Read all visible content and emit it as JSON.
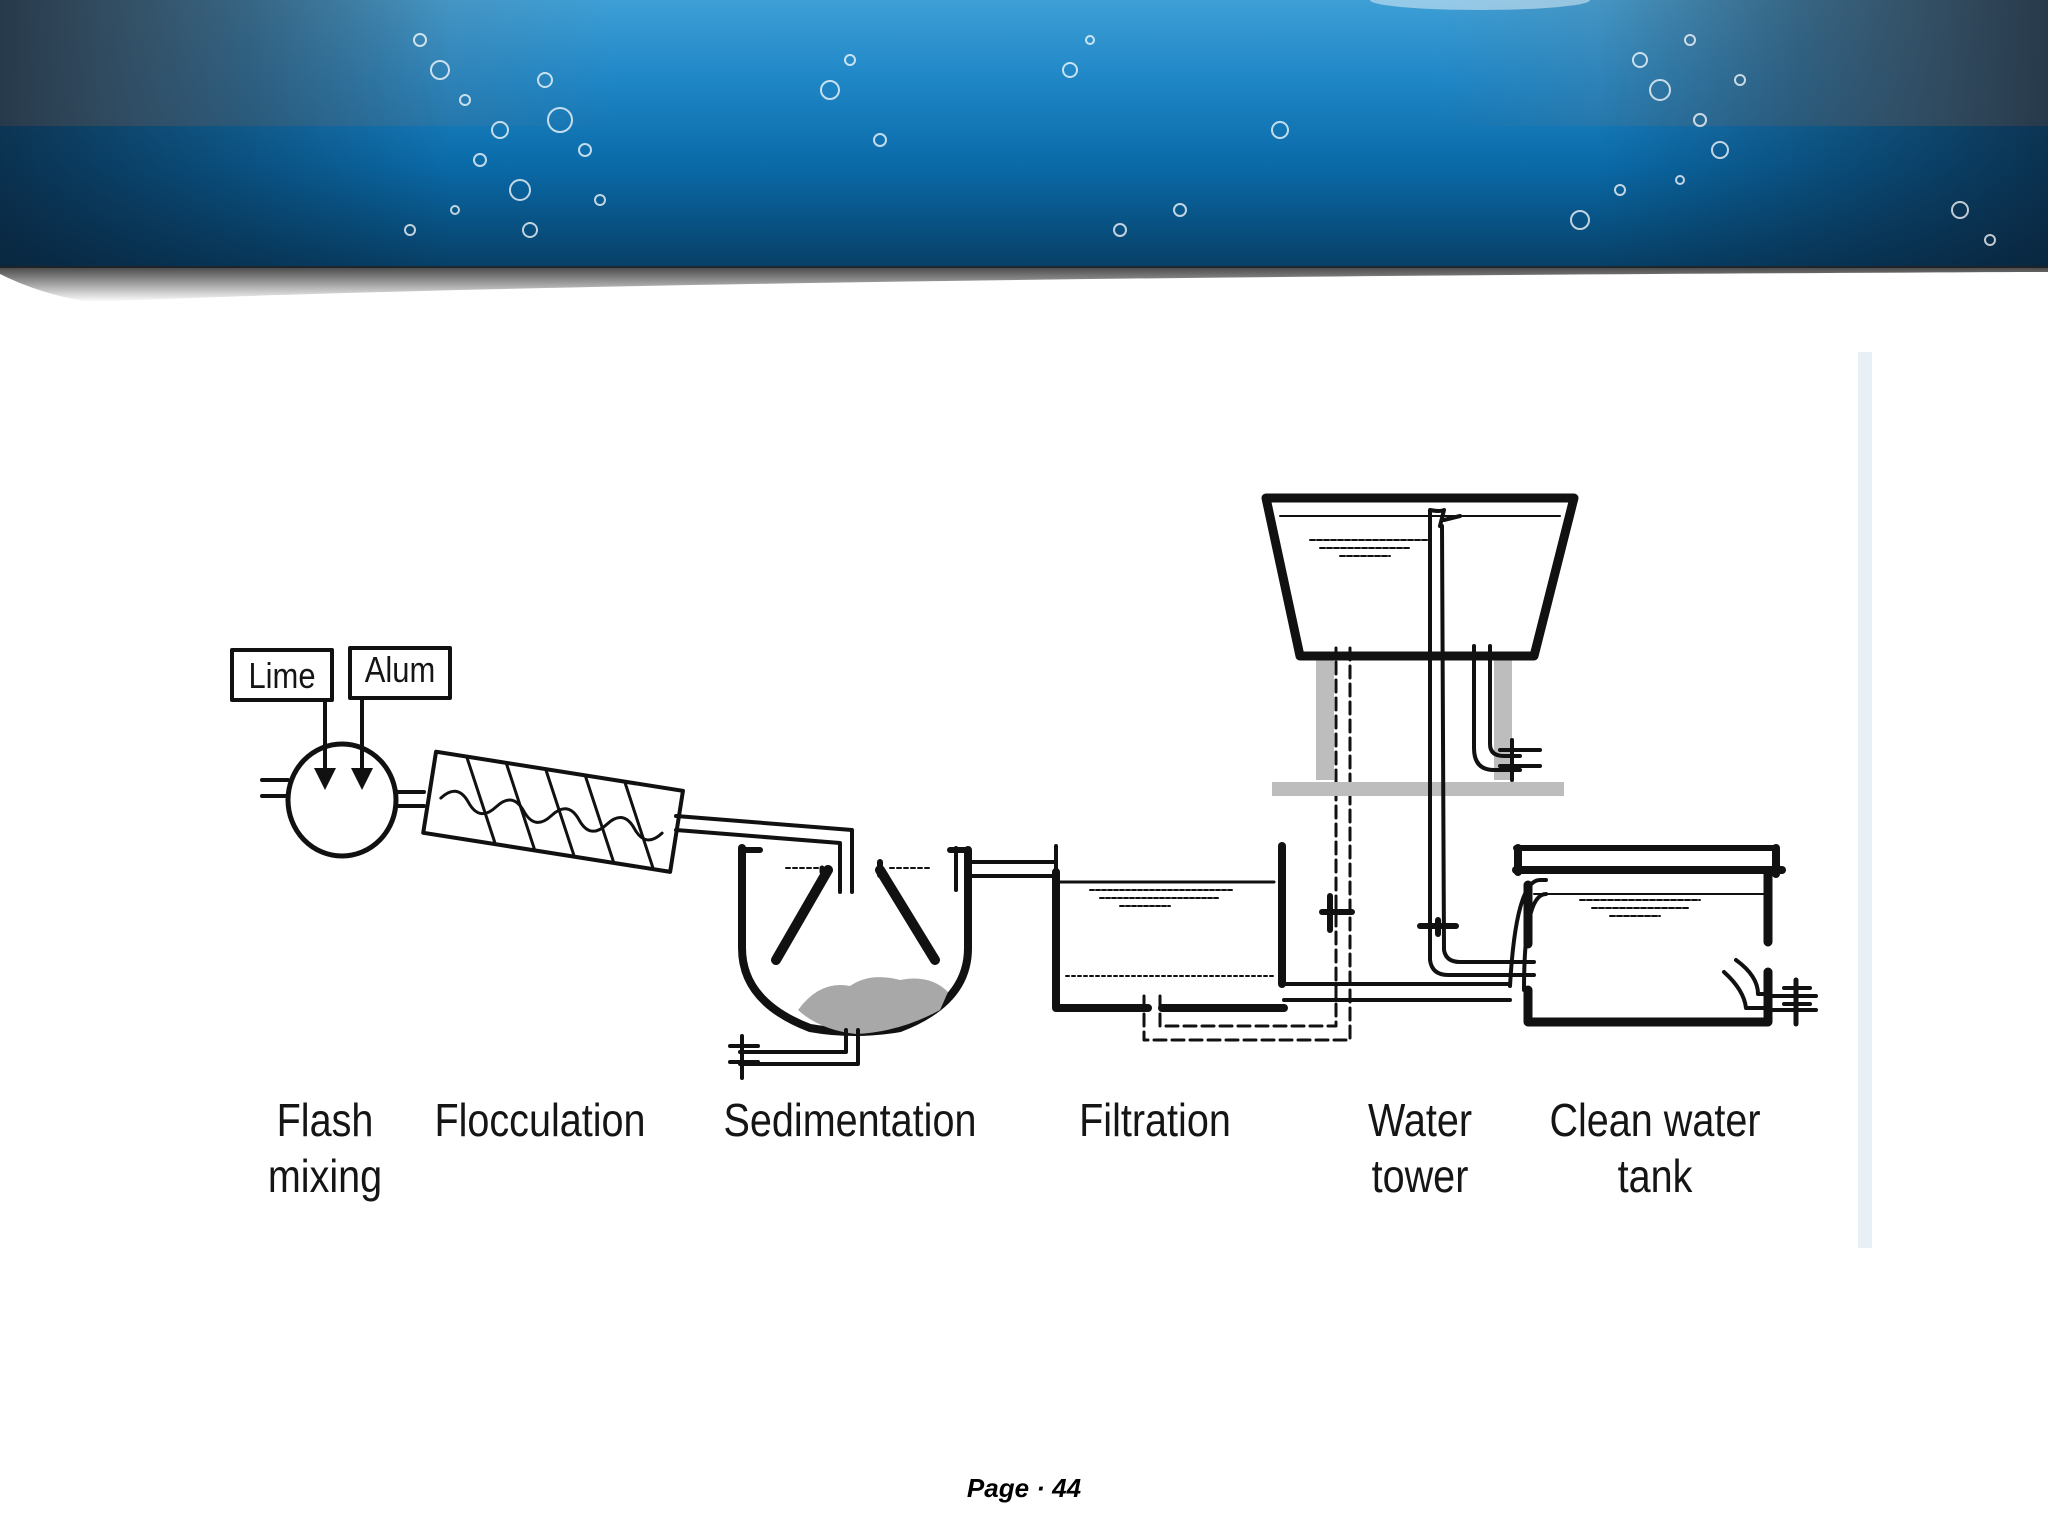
{
  "chemicals": {
    "lime": "Lime",
    "alum": "Alum"
  },
  "stages": {
    "flash_mixing": {
      "line1": "Flash",
      "line2": "mixing"
    },
    "flocculation": {
      "line1": "Flocculation"
    },
    "sedimentation": {
      "line1": "Sedimentation"
    },
    "filtration": {
      "line1": "Filtration"
    },
    "water_tower": {
      "line1": "Water",
      "line2": "tower"
    },
    "clean_water_tank": {
      "line1": "Clean water",
      "line2": "tank"
    }
  },
  "footer": {
    "page_label": "Page · 44"
  }
}
